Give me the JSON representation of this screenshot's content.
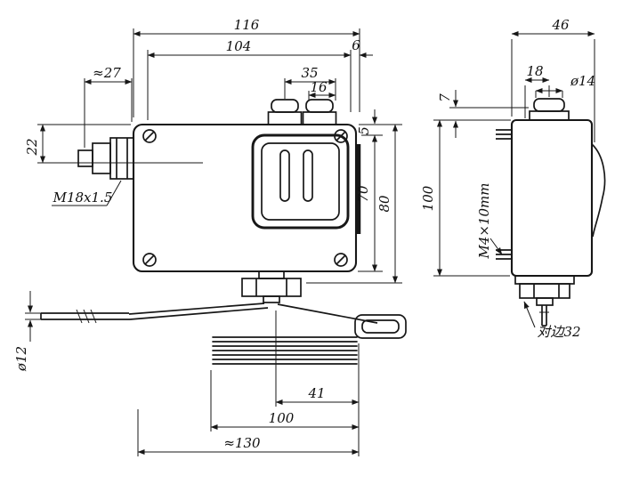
{
  "front": {
    "dims": {
      "d116": "116",
      "d104": "104",
      "d6": "6",
      "d27": "≈27",
      "d35": "35",
      "d16": "16",
      "d22": "22",
      "d5": "5",
      "d70": "70",
      "d80": "80",
      "d41": "41",
      "d100": "100",
      "d130": "≈130",
      "d12": "ø12"
    },
    "labels": {
      "gland_thread": "M18x1.5"
    }
  },
  "side": {
    "dims": {
      "d46": "46",
      "d18": "18",
      "d14": "ø14",
      "d7": "7",
      "d100": "100"
    },
    "labels": {
      "screw_spec": "M4×10mm",
      "across_flats": "对边32"
    }
  }
}
